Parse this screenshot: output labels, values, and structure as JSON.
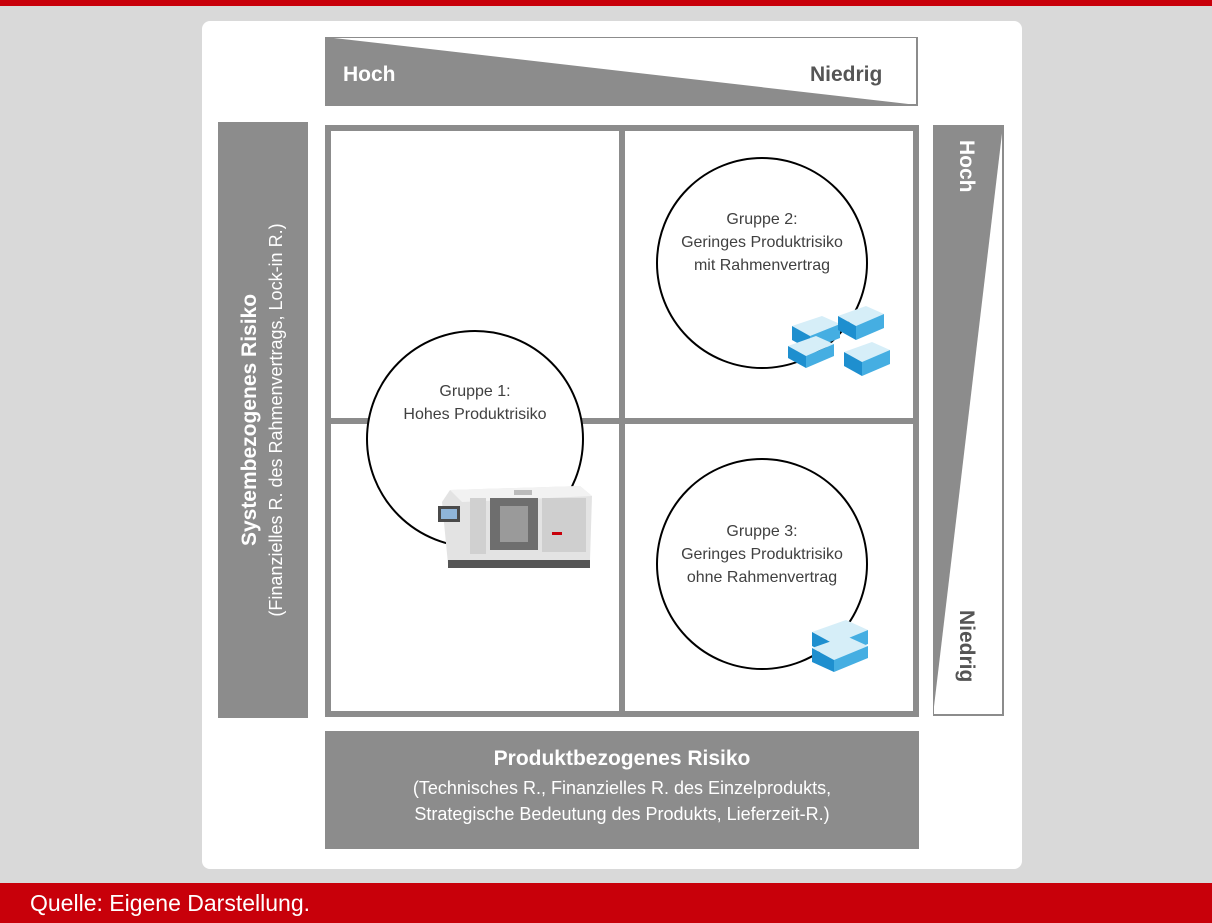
{
  "top_scale": {
    "high": "Hoch",
    "low": "Niedrig"
  },
  "right_scale": {
    "high": "Hoch",
    "low": "Niedrig"
  },
  "left_axis": {
    "title": "Systembezogenes Risiko",
    "subtitle": "(Finanzielles R. des Rahmenvertrags, Lock-in R.)"
  },
  "bottom_axis": {
    "title": "Produktbezogenes Risiko",
    "subtitle_line1": "(Technisches R., Finanzielles R. des Einzelprodukts,",
    "subtitle_line2": "Strategische Bedeutung des Produkts, Lieferzeit-R.)"
  },
  "groups": [
    {
      "line1": "Gruppe 1:",
      "line2": "Hohes Produktrisiko",
      "image": "cnc-machine-icon"
    },
    {
      "line1": "Gruppe 2:",
      "line2": "Geringes Produktrisiko",
      "line3": "mit Rahmenvertrag",
      "image": "paper-stack-icon"
    },
    {
      "line1": "Gruppe 3:",
      "line2": "Geringes Produktrisiko",
      "line3": "ohne Rahmenvertrag",
      "image": "paper-stack-icon"
    }
  ],
  "footer": {
    "source": "Quelle: Eigene Darstellung."
  },
  "colors": {
    "accent": "#c8000a",
    "gray": "#8c8c8c",
    "background": "#d9d9d9"
  }
}
